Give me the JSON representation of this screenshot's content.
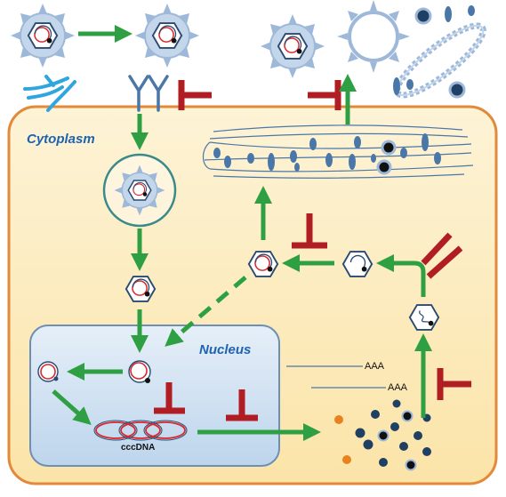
{
  "labels": {
    "cytoplasm": "Cytoplasm",
    "nucleus": "Nucleus",
    "cccdna": "cccDNA",
    "polya_1": "AAA",
    "polya_2": "AAA"
  },
  "colors": {
    "cell_fill": "#fdedc4",
    "cell_border": "#e3893a",
    "nucleus_fill": "#d5e5f4",
    "nucleus_border": "#6d8fb6",
    "arrow_green": "#2ea043",
    "inhibitor_red": "#b01e23",
    "virion_blue": "#9db8d9",
    "dna_red": "#d8292f",
    "label_blue": "#1f63b0",
    "orange_dot": "#e8821f",
    "dark_dot": "#1f3f63"
  }
}
